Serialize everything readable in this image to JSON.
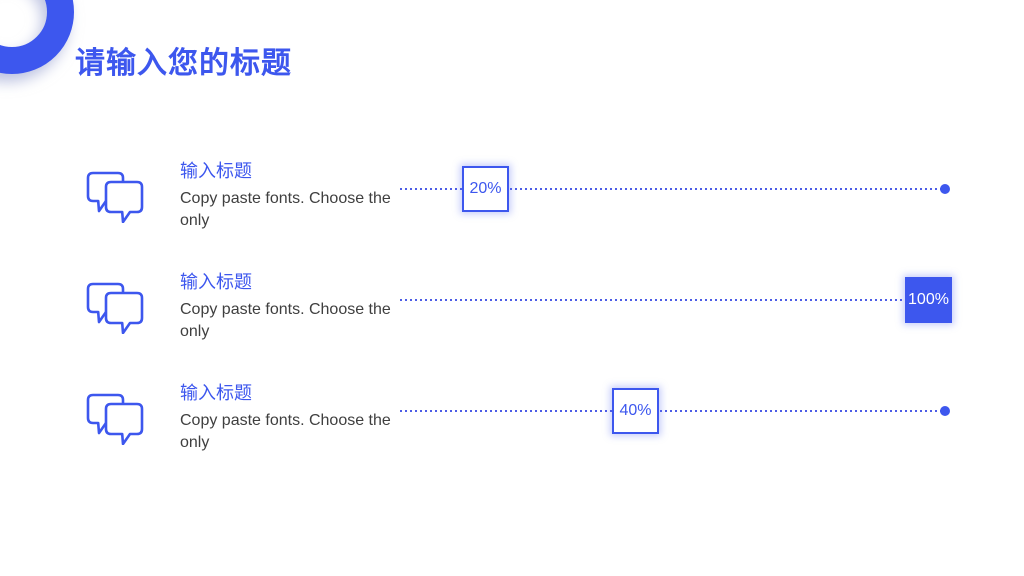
{
  "slide": {
    "title": "请输入您的标题",
    "accent_color": "#3d57ee",
    "items": [
      {
        "icon": "chat-bubbles-icon",
        "heading": "输入标题",
        "body": "Copy paste fonts. Choose the only",
        "percent": "20%",
        "percent_value": 20,
        "badge_style": "outline"
      },
      {
        "icon": "chat-bubbles-icon",
        "heading": "输入标题",
        "body": "Copy paste fonts. Choose the only",
        "percent": "100%",
        "percent_value": 100,
        "badge_style": "solid"
      },
      {
        "icon": "chat-bubbles-icon",
        "heading": "输入标题",
        "body": "Copy paste fonts. Choose the only",
        "percent": "40%",
        "percent_value": 40,
        "badge_style": "outline"
      }
    ]
  }
}
